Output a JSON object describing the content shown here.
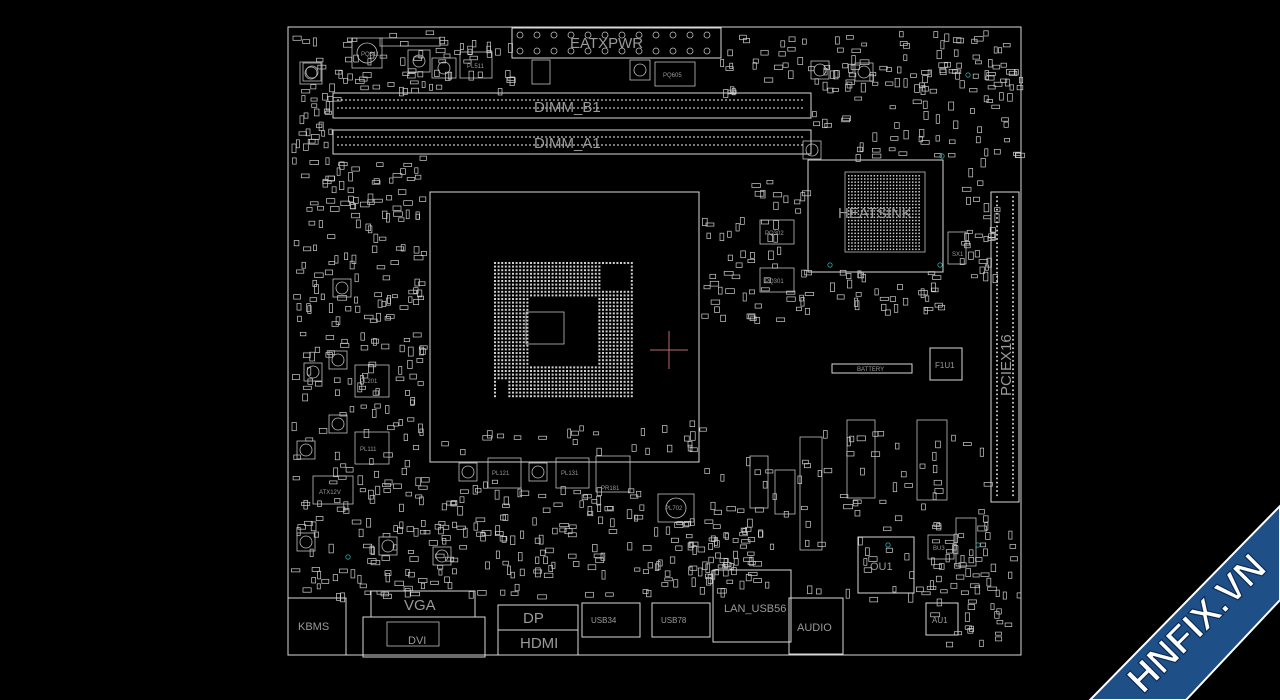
{
  "board": {
    "labels": {
      "eatxpwr": "EATXPWR",
      "dimm_b1": "DIMM_B1",
      "dimm_a1": "DIMM_A1",
      "heatsink": "HEATSINK",
      "pciex16": "PCIEX16",
      "battery": "BATTERY",
      "ou1": "OU1",
      "au1": "AU1",
      "bu3": "BU3",
      "f1u1": "F1U1",
      "kbms": "KBMS",
      "vga": "VGA",
      "dvi": "DVI",
      "dp": "DP",
      "hdmi": "HDMI",
      "usb34": "USB34",
      "usb78": "USB78",
      "lan_usb56": "LAN_USB56",
      "audio": "AUDIO",
      "atx12v": "ATX12V",
      "pl511": "PL511",
      "pq605": "PQ605",
      "pq302": "PQ302",
      "pq301": "PQ301",
      "pl201": "PL201",
      "pl111": "PL111",
      "pl121": "PL121",
      "pl131": "PL131",
      "pr181": "PR181",
      "pl702": "PL702",
      "sx1": "SX1"
    }
  },
  "watermark": {
    "text": "HNFIX.VN",
    "color_ribbon": "#1e4f86",
    "color_x": "#d42c2c"
  }
}
